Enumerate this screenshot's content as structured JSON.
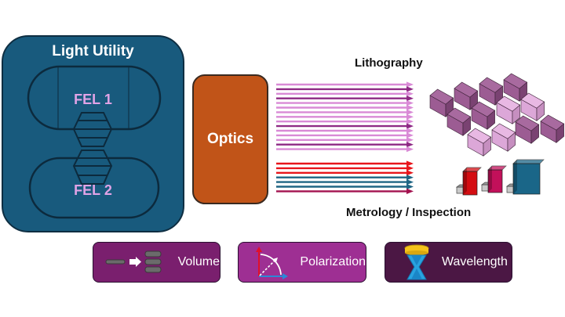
{
  "light_utility": {
    "title": "Light Utility",
    "fel_1_label": "FEL 1",
    "fel_2_label": "FEL 2"
  },
  "optics": {
    "label": "Optics"
  },
  "beams": {
    "lithography_colors": [
      "#d98ad6",
      "#8e2a85",
      "#d98ad6",
      "#8e2a85",
      "#d98ad6",
      "#d98ad6",
      "#d98ad6",
      "#d98ad6",
      "#d98ad6",
      "#8e2a85",
      "#d98ad6",
      "#d98ad6",
      "#d98ad6",
      "#8e2a85",
      "#d98ad6"
    ],
    "metrology_colors": [
      "#e8151b",
      "#e8151b",
      "#e8151b",
      "#1f6584",
      "#1f6584",
      "#1f6584",
      "#a3124f"
    ]
  },
  "targets": {
    "lithography_label": "Lithography",
    "metrology_label": "Metrology / Inspection",
    "wafer_block_shades": [
      "dark",
      "dark",
      "dark",
      "dark",
      "dark",
      "dark",
      "light",
      "light",
      "light",
      "light",
      "dark",
      "dark"
    ],
    "metrology_tools": [
      {
        "color": "#d40d12"
      },
      {
        "color": "#c2105a"
      },
      {
        "color": "#1a6688"
      }
    ]
  },
  "features": [
    {
      "label": "Volume",
      "icon": "volume-scale-icon"
    },
    {
      "label": "Polarization",
      "icon": "polarization-axes-icon"
    },
    {
      "label": "Wavelength",
      "icon": "hourglass-beam-icon"
    }
  ],
  "colors": {
    "light_utility_bg": "#185a7d",
    "optics_bg": "#c15418",
    "fel_label": "#e0a3e6",
    "volume_bg": "#7a1f6e",
    "polarization_bg": "#9e2f93",
    "wavelength_bg": "#4b1744"
  }
}
